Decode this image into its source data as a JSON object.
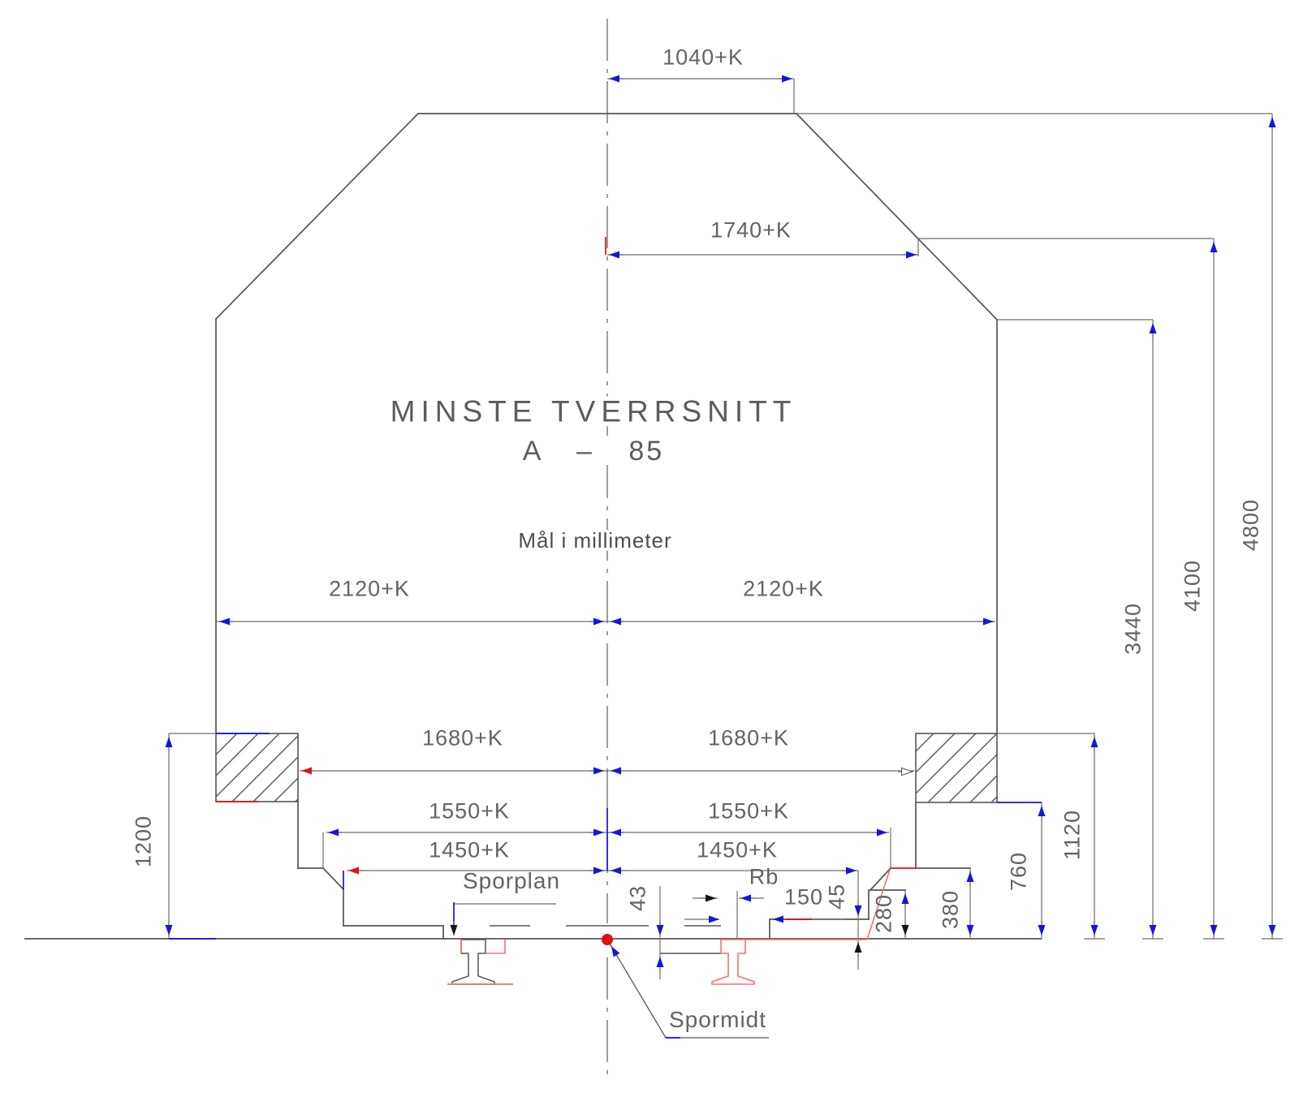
{
  "title": {
    "line1": "MINSTE TVERRSNITT",
    "line2": "A  –  85",
    "units_note": "Mål i millimeter"
  },
  "callouts": {
    "track_plane": "Sporplan",
    "track_center": "Spormidt",
    "rail_ref": "Rb"
  },
  "dimensions": {
    "d1040": "1040+K",
    "d1740": "1740+K",
    "d2120_left": "2120+K",
    "d2120_right": "2120+K",
    "d1680_left": "1680+K",
    "d1680_right": "1680+K",
    "d1550_left": "1550+K",
    "d1550_right": "1550+K",
    "d1450_left": "1450+K",
    "d1450_right": "1450+K",
    "d4800": "4800",
    "d4100": "4100",
    "d3440": "3440",
    "d1200": "1200",
    "d1120": "1120",
    "d760": "760",
    "d380": "380",
    "d280": "280",
    "d150": "150",
    "d45": "45",
    "d43": "43"
  },
  "colors": {
    "profile_line": "#555555",
    "dimension_line": "#6e6e6e",
    "arrow_blue": "#1515dd",
    "arrow_red": "#e01212",
    "arrow_black": "#151515",
    "rail_red": "#f87070",
    "center_dot_red": "#e01212"
  }
}
